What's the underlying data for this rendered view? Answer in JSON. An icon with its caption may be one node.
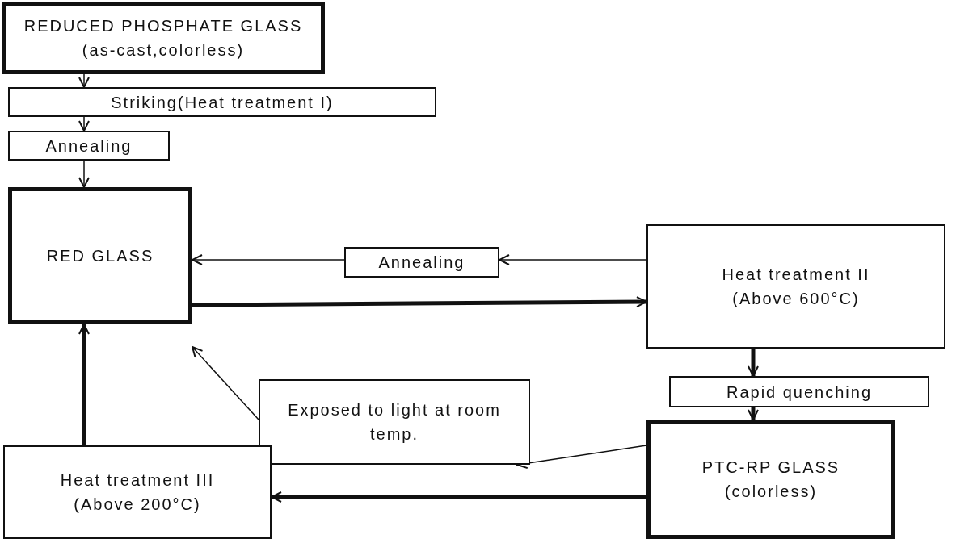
{
  "diagram": {
    "nodes": [
      {
        "text": [
          "REDUCED PHOSPHATE GLASS",
          "(as-cast,colorless)"
        ]
      },
      {
        "text": [
          "Striking(Heat treatment I)"
        ]
      },
      {
        "text": [
          "Annealing"
        ]
      },
      {
        "text": [
          "RED GLASS"
        ]
      },
      {
        "text": [
          "Annealing"
        ]
      },
      {
        "text": [
          "Heat treatment II",
          "(Above 600°C)"
        ]
      },
      {
        "text": [
          "Exposed to light at room temp."
        ]
      },
      {
        "text": [
          "Rapid quenching"
        ]
      },
      {
        "text": [
          "Heat treatment III",
          "(Above 200°C)"
        ]
      },
      {
        "text": [
          "PTC-RP GLASS",
          "(colorless)"
        ]
      }
    ],
    "edges": [
      {
        "from": 0,
        "to": 1,
        "arrow": "to"
      },
      {
        "from": 1,
        "to": 2,
        "arrow": "to"
      },
      {
        "from": 2,
        "to": 3,
        "arrow": "to"
      },
      {
        "from": 5,
        "to": 4,
        "arrow": "to"
      },
      {
        "from": 4,
        "to": 3,
        "arrow": "to"
      },
      {
        "from": 3,
        "to": 5,
        "arrow": "to",
        "style": "thick"
      },
      {
        "from": 5,
        "to": 7,
        "arrow": "to",
        "style": "thick"
      },
      {
        "from": 7,
        "to": 9,
        "arrow": "to",
        "style": "thick"
      },
      {
        "from": 9,
        "to": 6,
        "arrow": "to"
      },
      {
        "from": 6,
        "to": 3,
        "arrow": "to"
      },
      {
        "from": 9,
        "to": 8,
        "arrow": "to",
        "style": "thick"
      },
      {
        "from": 8,
        "to": 3,
        "arrow": "to",
        "style": "thick"
      }
    ]
  }
}
